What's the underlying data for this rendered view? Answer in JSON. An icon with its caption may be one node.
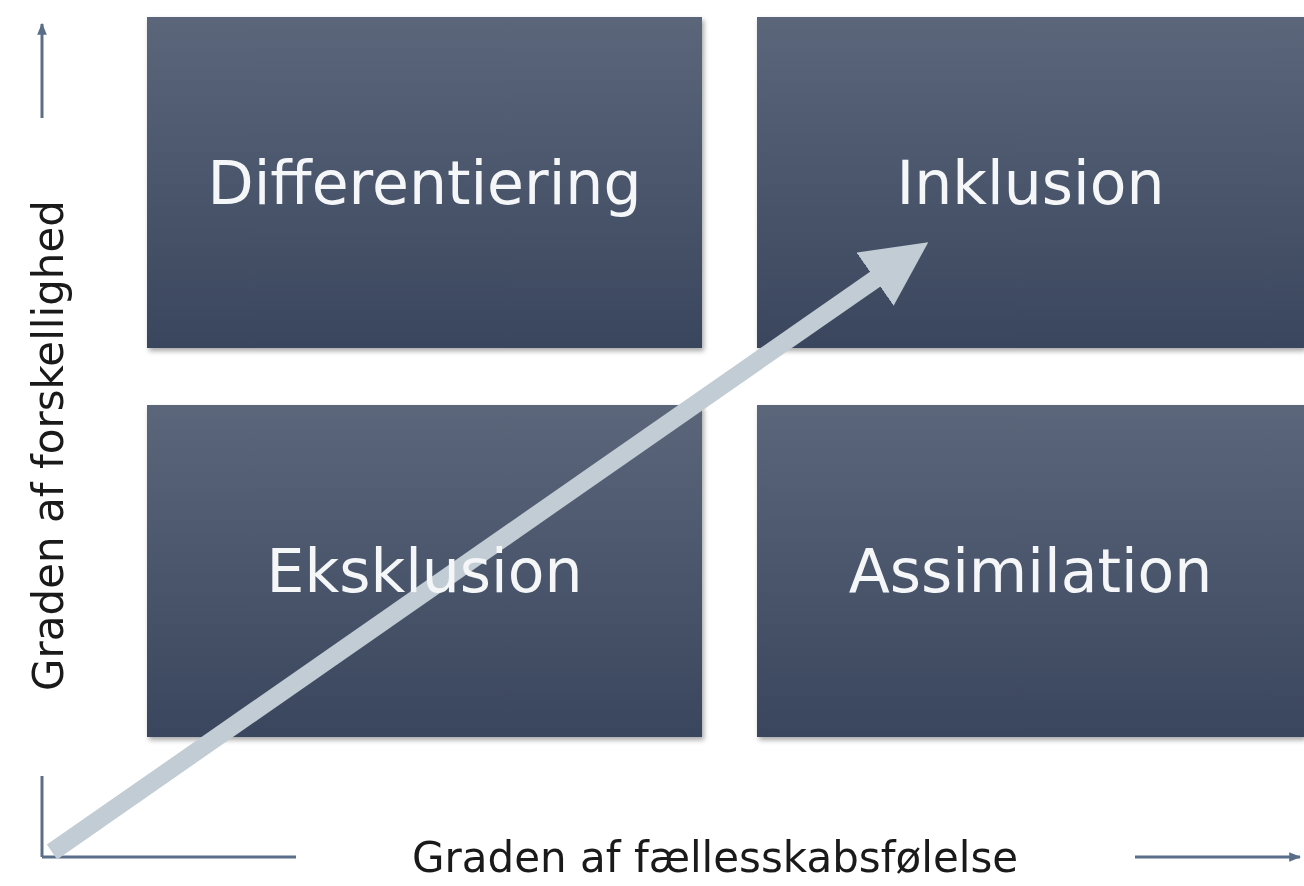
{
  "diagram": {
    "nodes": [
      {
        "text": [
          "Differentiering"
        ]
      },
      {
        "text": [
          "Inklusion"
        ]
      },
      {
        "text": [
          "Eksklusion"
        ]
      },
      {
        "text": [
          "Assimilation"
        ]
      }
    ],
    "edges": [
      {
        "from": null,
        "to": 1,
        "arrow": "to"
      }
    ],
    "labels": [
      "Graden af forskellighed",
      "Graden af fællesskabsfølelse"
    ]
  }
}
